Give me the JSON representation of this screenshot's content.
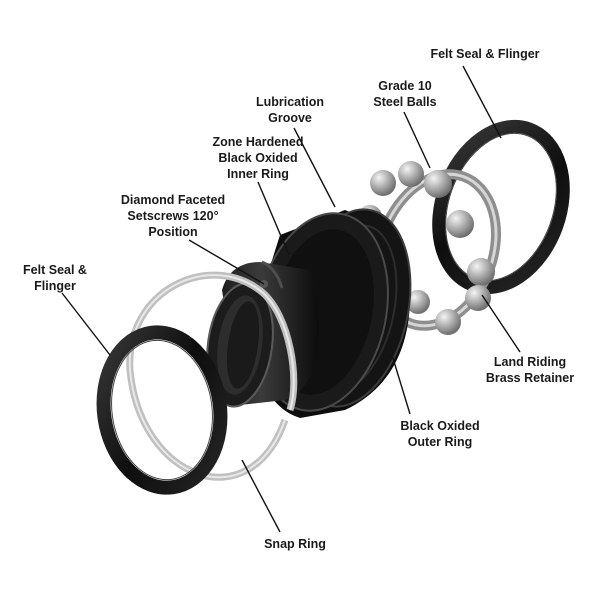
{
  "diagram": {
    "labels": {
      "felt_seal_right": [
        "Felt Seal & Flinger"
      ],
      "grade_balls": [
        "Grade 10",
        "Steel Balls"
      ],
      "lubrication": [
        "Lubrication",
        "Groove"
      ],
      "inner_ring": [
        "Zone Hardened",
        "Black Oxided",
        "Inner Ring"
      ],
      "setscrews": [
        "Diamond Faceted",
        "Setscrews 120°",
        "Position"
      ],
      "felt_seal_left": [
        "Felt Seal &",
        "Flinger"
      ],
      "retainer": [
        "Land Riding",
        "Brass Retainer"
      ],
      "outer_ring": [
        "Black Oxided",
        "Outer Ring"
      ],
      "snap_ring": [
        "Snap Ring"
      ]
    },
    "colors": {
      "ring": "#111111",
      "ring_edge": "#2e2e2e",
      "steel": "#b5b5b5",
      "snap": "#c2c2c2",
      "leader": "#111111",
      "text": "#1a1a1a"
    }
  }
}
